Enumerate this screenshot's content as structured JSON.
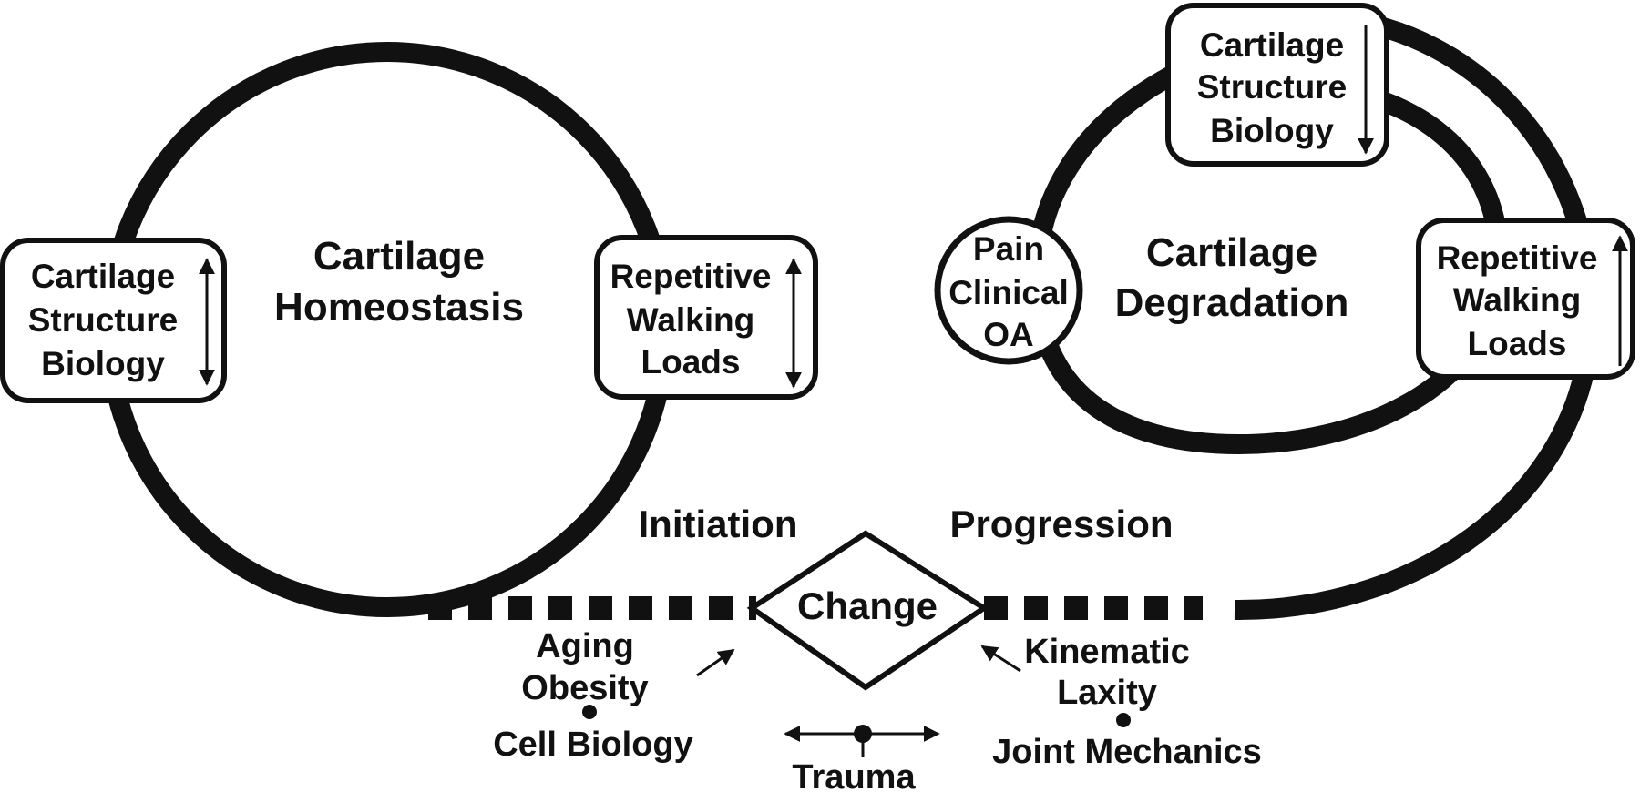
{
  "homeostasis": {
    "title_line1": "Cartilage",
    "title_line2": "Homeostasis",
    "left_box": [
      "Cartilage",
      "Structure",
      "Biology"
    ],
    "right_box": [
      "Repetitive",
      "Walking",
      "Loads"
    ]
  },
  "degradation": {
    "title_line1": "Cartilage",
    "title_line2": "Degradation",
    "top_box": [
      "Cartilage",
      "Structure",
      "Biology"
    ],
    "right_box": [
      "Repetitive",
      "Walking",
      "Loads"
    ],
    "pain_node": [
      "Pain",
      "Clinical",
      "OA"
    ]
  },
  "phases": {
    "initiation": "Initiation",
    "progression": "Progression"
  },
  "center": {
    "change": "Change"
  },
  "factors": {
    "left_line1": "Aging",
    "left_line2": "Obesity",
    "left_bottom": "Cell Biology",
    "right_line1": "Kinematic",
    "right_line2": "Laxity",
    "right_bottom": "Joint Mechanics",
    "trauma": "Trauma"
  },
  "colors": {
    "ink": "#111111",
    "background": "#ffffff"
  }
}
